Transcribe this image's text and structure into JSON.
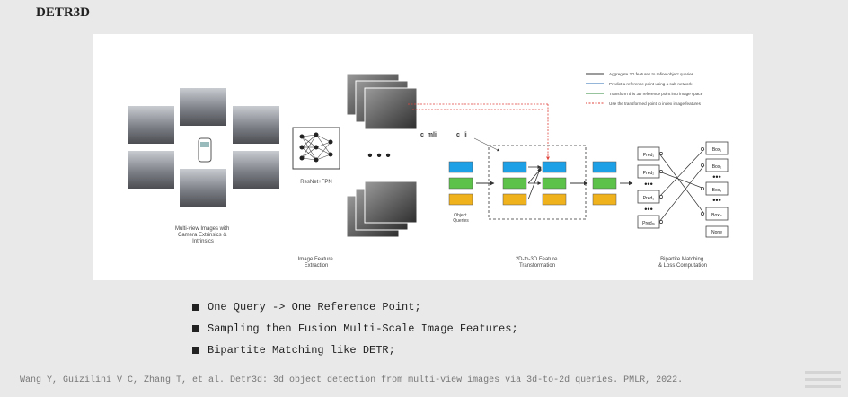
{
  "slide": {
    "title": "DETR3D"
  },
  "figure": {
    "labels": {
      "multiview": [
        "Multi-view Images with",
        "Camera Extrinsics &",
        "Intrinsics"
      ],
      "backbone": "ResNet+FPN",
      "image_feature": [
        "Image Feature",
        "Extraction"
      ],
      "object_queries": [
        "Object",
        "Queries"
      ],
      "transform": [
        "2D-to-3D Feature",
        "Transformation"
      ],
      "matching": [
        "Bipartite Matching",
        "& Loss Computation"
      ],
      "c_mi": "c_mli",
      "c_li": "c_li"
    },
    "legend": [
      {
        "text": "Aggregate 2D features to refine object queries",
        "color": "#3a3a3a"
      },
      {
        "text": "Predict a reference point using a sub-network",
        "color": "#2b6cb0"
      },
      {
        "text": "Transform this 3D reference point into image space",
        "color": "#2f8a3a"
      },
      {
        "text": "Use the transformed point to index image features",
        "color": "#e0443c"
      }
    ],
    "query_colors": [
      "#1ea0e6",
      "#5cc24a",
      "#f0b21c"
    ],
    "predictions": [
      "Pred₁",
      "Pred₂",
      "Pred₃",
      "Predₘ"
    ],
    "ground_truth": [
      "Box₁",
      "Box₂",
      "Box₃",
      "Boxₘ",
      "None"
    ]
  },
  "bullets": [
    "One Query -> One Reference Point;",
    "Sampling then Fusion Multi-Scale Image Features;",
    "Bipartite Matching like DETR;"
  ],
  "citation": "Wang Y, Guizilini V C, Zhang T, et al. Detr3d: 3d object detection from multi-view images via 3d-to-2d queries. PMLR, 2022."
}
